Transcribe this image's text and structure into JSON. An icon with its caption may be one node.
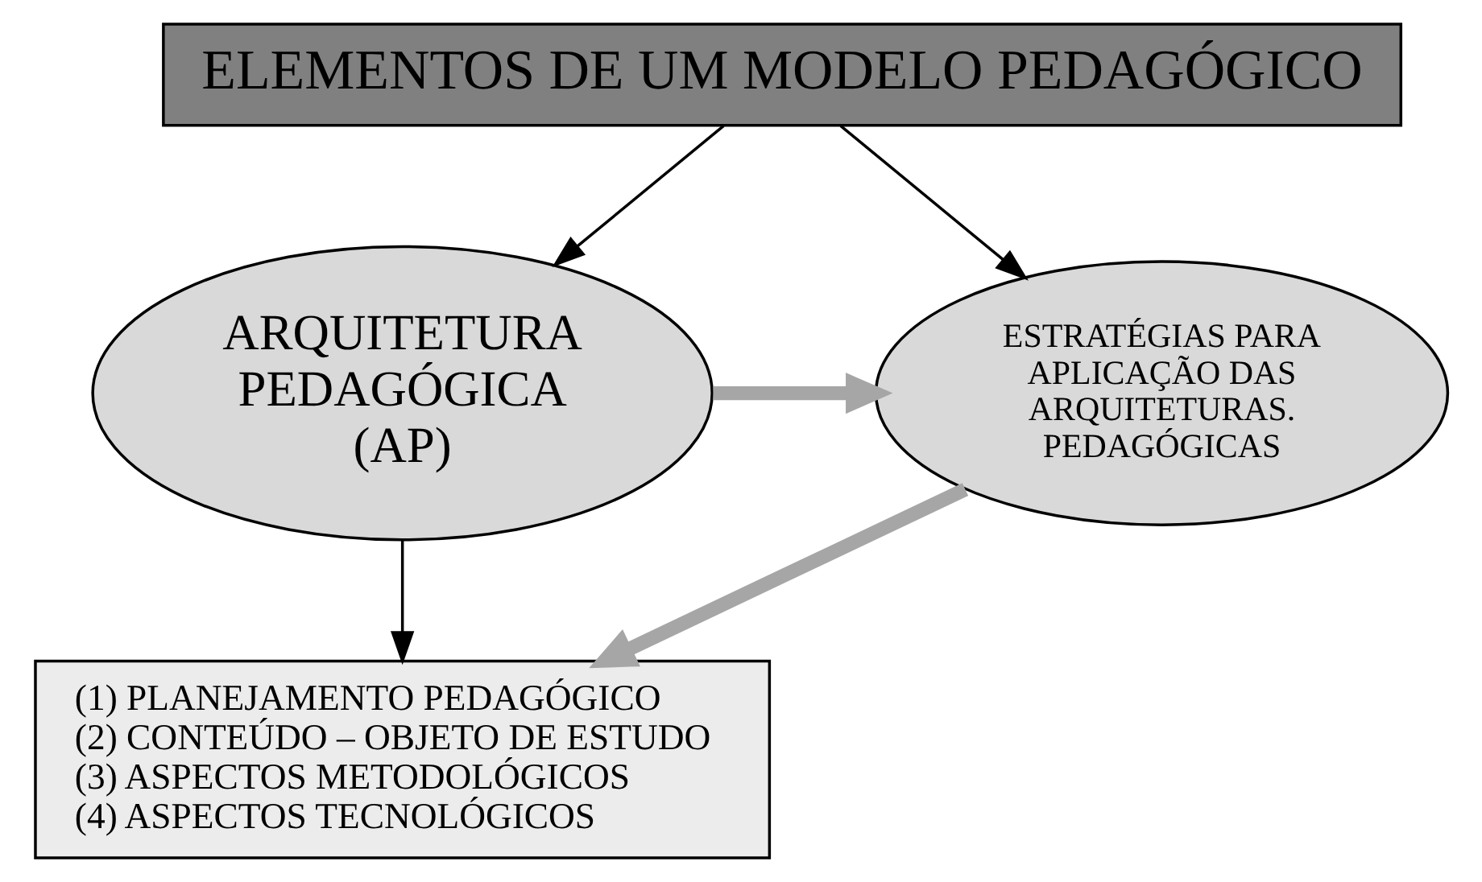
{
  "diagram": {
    "nodes": [
      {
        "text": [
          "ELEMENTOS DE UM MODELO PEDAGÓGICO"
        ]
      },
      {
        "text": [
          "ARQUITETURA PEDAGÓGICA (AP)"
        ]
      },
      {
        "text": [
          "ESTRATÉGIAS PARA APLICAÇÃO DAS ARQUITETURAS. PEDAGÓGICAS"
        ]
      },
      {
        "text": [
          "(1) PLANEJAMENTO PEDAGÓGICO",
          "(2) CONTEÚDO – OBJETO DE ESTUDO",
          "(3) ASPECTOS METODOLÓGICOS",
          "(4) ASPECTOS TECNOLÓGICOS"
        ]
      }
    ],
    "edges": [
      {
        "from": 0,
        "to": 1,
        "arrow": "to"
      },
      {
        "from": 0,
        "to": 2,
        "arrow": "to"
      },
      {
        "from": 1,
        "to": 2,
        "arrow": "to",
        "style": "thick",
        "color": "#a6a6a6"
      },
      {
        "from": 1,
        "to": 3,
        "arrow": "to"
      },
      {
        "from": 2,
        "to": 3,
        "arrow": "to",
        "style": "thick",
        "color": "#a6a6a6"
      }
    ]
  }
}
